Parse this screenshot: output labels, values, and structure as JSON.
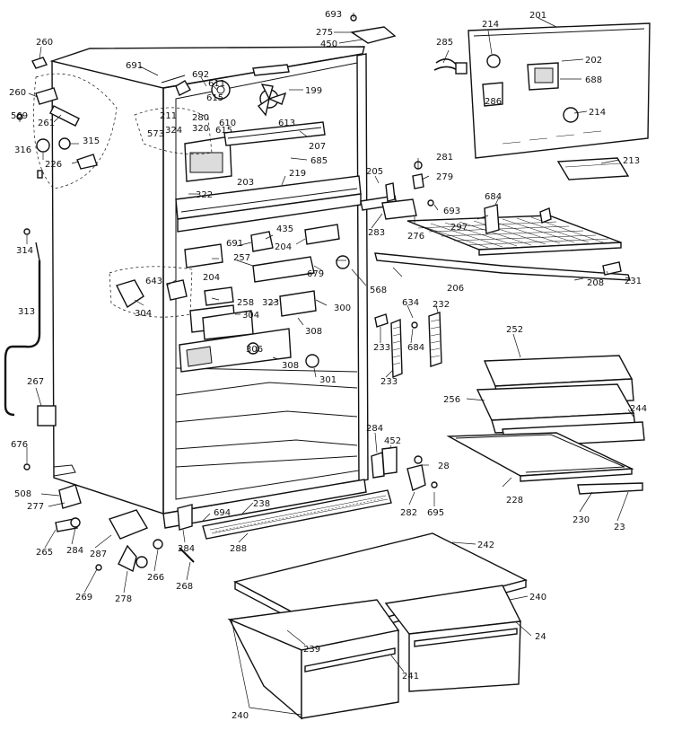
{
  "labels": {
    "l693a": "693",
    "l275": "275",
    "l450": "450",
    "l285": "285",
    "l214a": "214",
    "l201": "201",
    "l202": "202",
    "l688": "688",
    "l286": "286",
    "l214b": "214",
    "l213": "213",
    "l260a": "260",
    "l691a": "691",
    "l692": "692",
    "l611": "611",
    "l199": "199",
    "l260b": "260",
    "l615a": "615",
    "l615b": "615",
    "l261": "261",
    "l569": "569",
    "l211": "211",
    "l280": "280",
    "l610": "610",
    "l613": "613",
    "l573": "573",
    "l324": "324",
    "l320": "320",
    "l315": "315",
    "l316": "316",
    "l226": "226",
    "l207": "207",
    "l685": "685",
    "l281": "281",
    "l279": "279",
    "l219": "219",
    "l205": "205",
    "l322": "322",
    "l203": "203",
    "l684a": "684",
    "l693b": "693",
    "l297": "297",
    "l283": "283",
    "l276": "276",
    "l314": "314",
    "l691b": "691",
    "l435": "435",
    "l204a": "204",
    "l257": "257",
    "l679": "679",
    "l231": "231",
    "l204b": "204",
    "l643": "643",
    "l258": "258",
    "l568": "568",
    "l206": "206",
    "l208": "208",
    "l313": "313",
    "l323": "323",
    "l304a": "304",
    "l304b": "304",
    "l300": "300",
    "l634": "634",
    "l232": "232",
    "l308a": "308",
    "l233a": "233",
    "l684b": "684",
    "l306": "306",
    "l308b": "308",
    "l301": "301",
    "l233b": "233",
    "l252": "252",
    "l267": "267",
    "l256": "256",
    "l244": "244",
    "l676": "676",
    "l284a": "284",
    "l452": "452",
    "l28": "28",
    "l508": "508",
    "l277": "277",
    "l238": "238",
    "l228": "228",
    "l282": "282",
    "l695": "695",
    "l694": "694",
    "l230": "230",
    "l23": "23",
    "l265": "265",
    "l284b": "284",
    "l287": "287",
    "l284c": "284",
    "l288": "288",
    "l266": "266",
    "l268": "268",
    "l269": "269",
    "l278": "278",
    "l242": "242",
    "l240a": "240",
    "l239": "239",
    "l24": "24",
    "l241": "241",
    "l240b": "240"
  }
}
